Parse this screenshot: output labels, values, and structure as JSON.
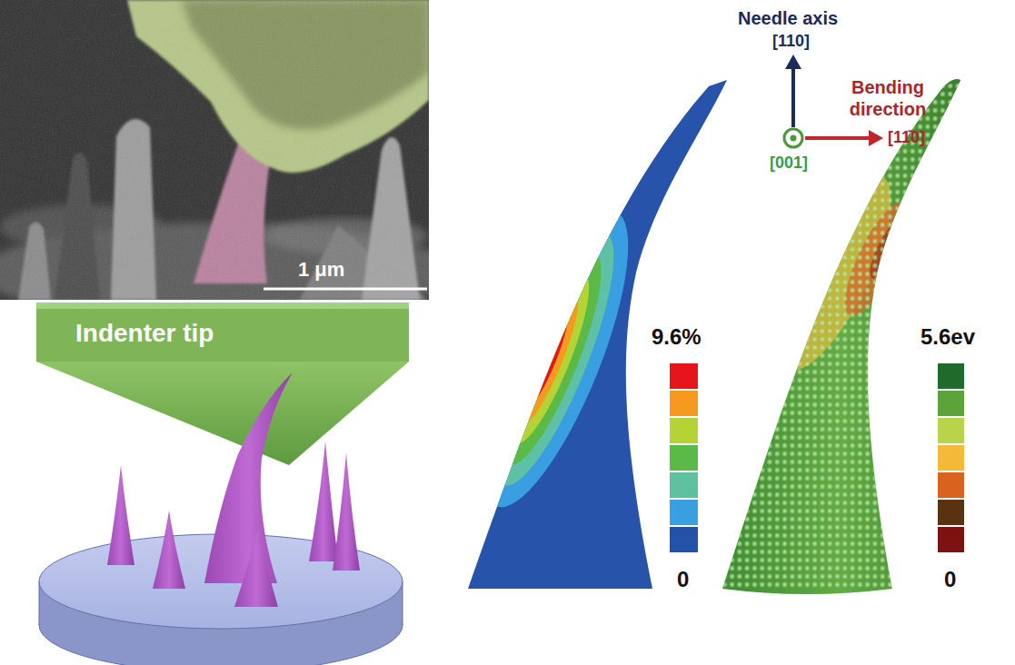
{
  "diagram": {
    "nodes": [
      {
        "text": [
          "Indenter tip"
        ]
      }
    ],
    "labels": [
      "1 μm",
      "Needle axis",
      "[110]",
      "Bending direction",
      "[11̄0]",
      "[001]",
      "9.6%",
      "0",
      "5.6ev",
      "0"
    ]
  }
}
